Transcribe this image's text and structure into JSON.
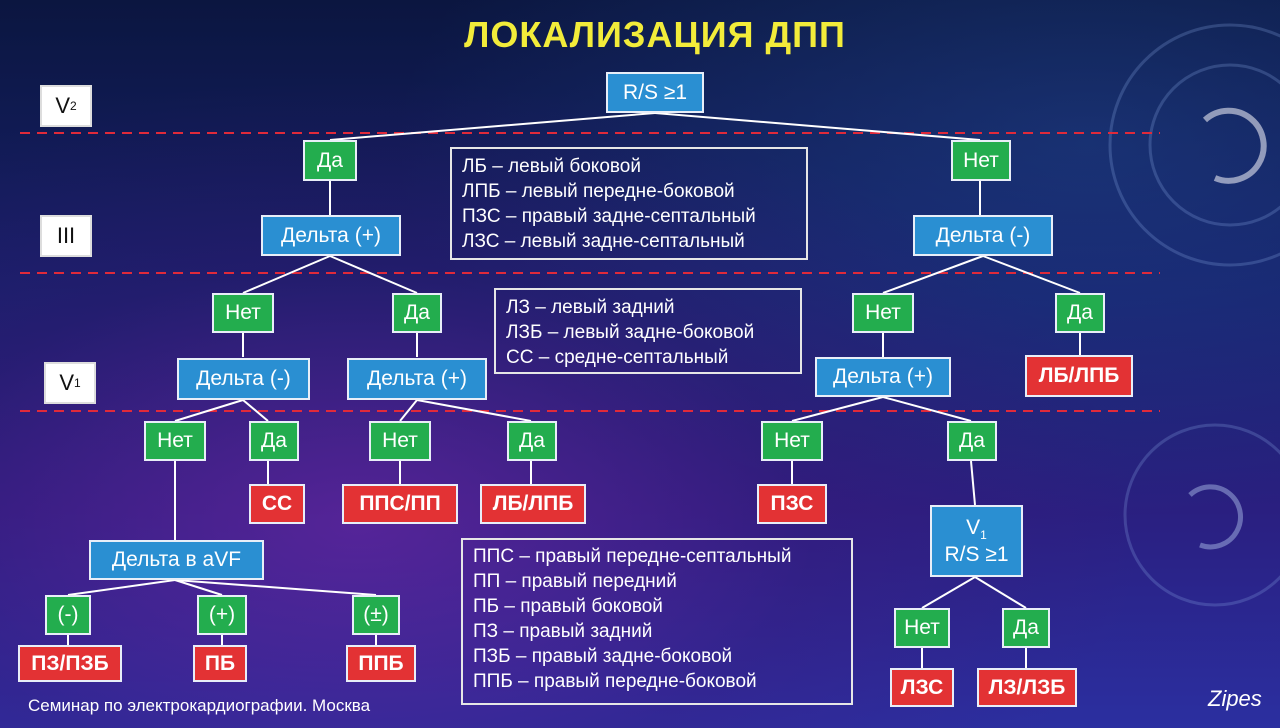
{
  "title": "ЛОКАЛИЗАЦИЯ ДПП",
  "leads": {
    "v2": "V",
    "v2_sub": "2",
    "iii": "III",
    "v1": "V",
    "v1_sub": "1"
  },
  "nodes": {
    "root": "R/S ≥1",
    "yes_top": "Да",
    "no_top": "Нет",
    "delta_plus_left": "Дельта (+)",
    "delta_minus_right": "Дельта (-)",
    "no_l2": "Нет",
    "yes_l2": "Да",
    "no_r2": "Нет",
    "yes_r2": "Да",
    "delta_minus_v1": "Дельта (-)",
    "delta_plus_v1": "Дельта (+)",
    "delta_plus_v1_right": "Дельта (+)",
    "result_lb_lpb_top": "ЛБ/ЛПБ",
    "no_l3a": "Нет",
    "yes_l3a": "Да",
    "no_l3b": "Нет",
    "yes_l3b": "Да",
    "no_r3": "Нет",
    "yes_r3": "Да",
    "result_ss": "СС",
    "result_pps_pp": "ППС/ПП",
    "result_lb_lpb_mid": "ЛБ/ЛПБ",
    "result_pzs": "ПЗС",
    "delta_avf": "Дельта в aVF",
    "v1_rs_line1": "V",
    "v1_rs_sub": "1",
    "v1_rs_line2": "R/S ≥1",
    "avf_minus": "(-)",
    "avf_plus": "(+)",
    "avf_pm": "(±)",
    "no_r4": "Нет",
    "yes_r4": "Да",
    "result_pz_pzb": "ПЗ/ПЗБ",
    "result_pb": "ПБ",
    "result_ppb": "ППБ",
    "result_lzs": "ЛЗС",
    "result_lz_lzb": "ЛЗ/ЛЗБ"
  },
  "legend1": [
    "ЛБ – левый боковой",
    "ЛПБ – левый передне-боковой",
    "ПЗС – правый задне-септальный",
    "ЛЗС – левый задне-септальный"
  ],
  "legend2": [
    "ЛЗ – левый задний",
    "ЛЗБ – левый задне-боковой",
    "СС – средне-септальный"
  ],
  "legend3": [
    "ППС – правый передне-септальный",
    "ПП – правый передний",
    "ПБ – правый боковой",
    "ПЗ – правый задний",
    "ПЗБ – правый задне-боковой",
    "ППБ – правый передне-боковой"
  ],
  "footer": "Семинар по электрокардиографии. Москва",
  "author": "Zipes",
  "colors": {
    "title": "#f2ec3a",
    "node_blue": "#2a8fd2",
    "node_green": "#23ad4e",
    "node_red": "#e33234",
    "divider": "#e02a3a"
  }
}
